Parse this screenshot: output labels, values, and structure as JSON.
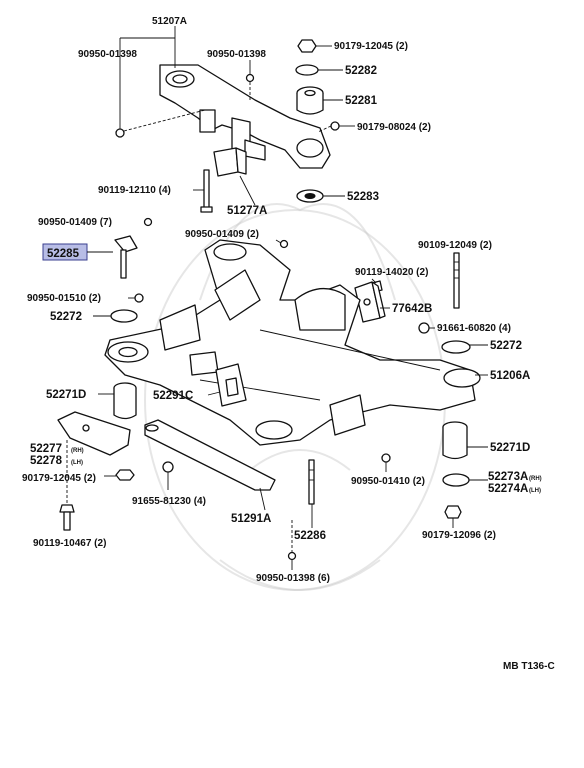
{
  "highlight_color": "#b8bde6",
  "code": "MB T136-C",
  "labels": {
    "l51207a": "51207A",
    "l90950_01398_a": "90950-01398",
    "l90950_01398_b": "90950-01398",
    "l90179_12045_top": "90179-12045 (2)",
    "l52282": "52282",
    "l52281": "52281",
    "l90179_08024": "90179-08024 (2)",
    "l90119_12110": "90119-12110 (4)",
    "l51277a": "51277A",
    "l52283": "52283",
    "l90950_01409_7": "90950-01409 (7)",
    "l90950_01409_2": "90950-01409 (2)",
    "l90109_12049": "90109-12049 (2)",
    "l52285": "52285",
    "l90119_14020": "90119-14020 (2)",
    "l90950_01510": "90950-01510 (2)",
    "l77642b": "77642B",
    "l52272_left": "52272",
    "l91661_60820": "91661-60820 (4)",
    "l52272_right": "52272",
    "l51206a": "51206A",
    "l52271d_left": "52271D",
    "l52291c": "52291C",
    "l52277": "52277",
    "l52277_sub": "(RH)",
    "l52278": "52278",
    "l52278_sub": "(LH)",
    "l52271d_right": "52271D",
    "l90179_12045_left": "90179-12045 (2)",
    "l91655_81230": "91655-81230 (4)",
    "l90950_01410": "90950-01410 (2)",
    "l52273a": "52273A",
    "l52273a_sub": "(RH)",
    "l52274a": "52274A",
    "l52274a_sub": "(LH)",
    "l51291a": "51291A",
    "l90119_10467": "90119-10467 (2)",
    "l52286": "52286",
    "l90179_12096": "90179-12096 (2)",
    "l90950_01398_bottom": "90950-01398 (6)"
  }
}
